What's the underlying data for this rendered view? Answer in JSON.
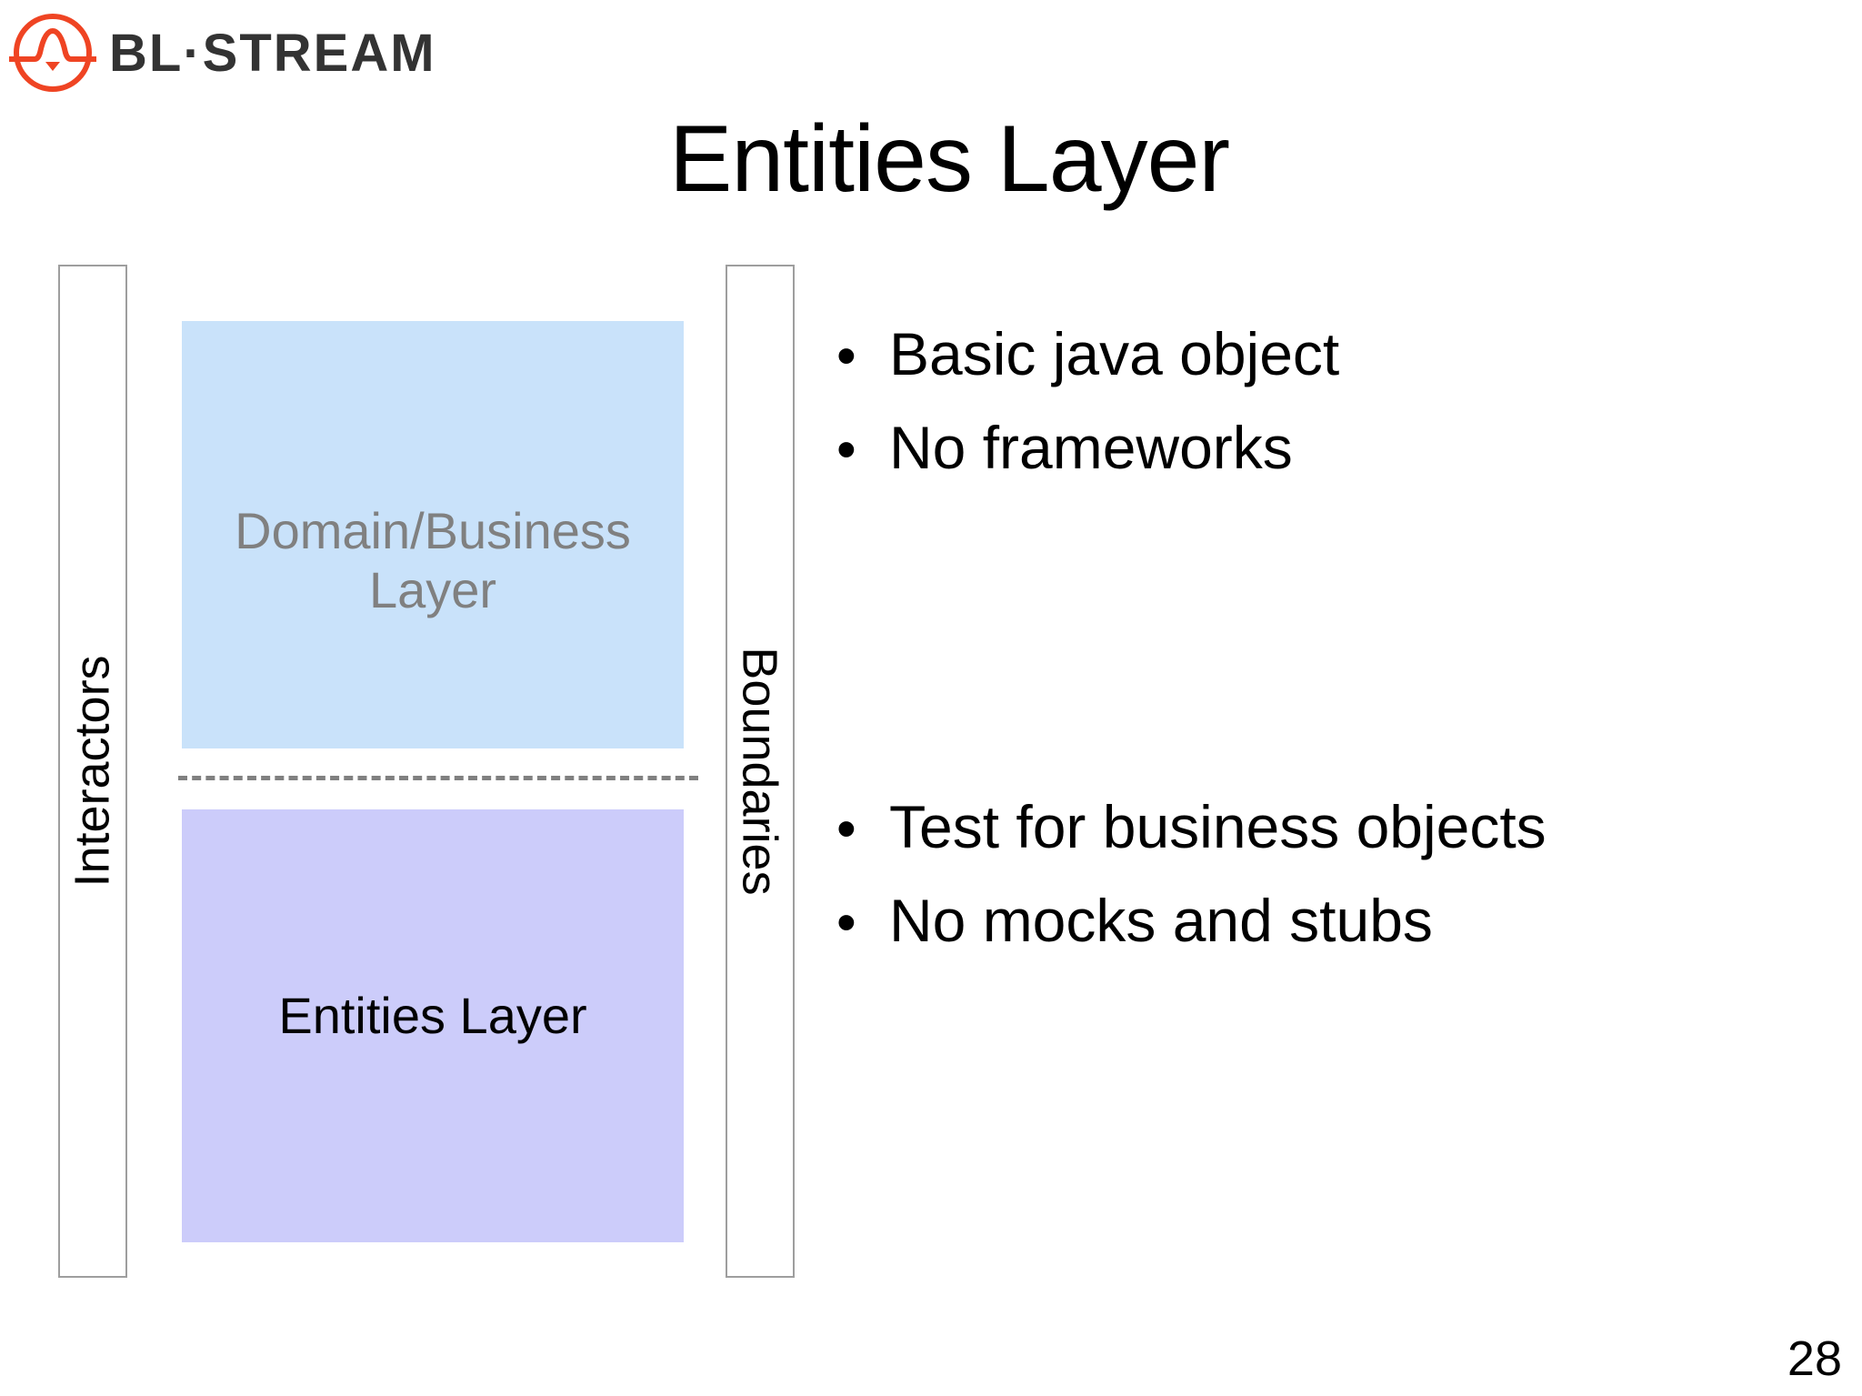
{
  "brand": {
    "logo_text": "BL·STREAM",
    "logo_icon": "bl-stream-wave-circle-icon",
    "logo_color": "#ef4423",
    "wordmark_color": "#333333"
  },
  "title": "Entities Layer",
  "diagram": {
    "left_column_label": "Interactors",
    "right_column_label": "Boundaries",
    "layers": [
      {
        "label": "Domain/Business Layer",
        "fill": "#c9e2fa",
        "text_color": "#808080"
      },
      {
        "label": "Entities Layer",
        "fill": "#ccccfa",
        "text_color": "#000000"
      }
    ],
    "divider_style": "dashed",
    "divider_color": "#808080",
    "column_border_color": "#9e9e9e"
  },
  "bullets": {
    "group_one": [
      {
        "marker": "•",
        "text": "Basic java object"
      },
      {
        "marker": "•",
        "text": "No frameworks"
      }
    ],
    "group_two": [
      {
        "marker": "•",
        "text": "Test for business objects"
      },
      {
        "marker": "•",
        "text": "No mocks and stubs"
      }
    ]
  },
  "page_number": "28"
}
